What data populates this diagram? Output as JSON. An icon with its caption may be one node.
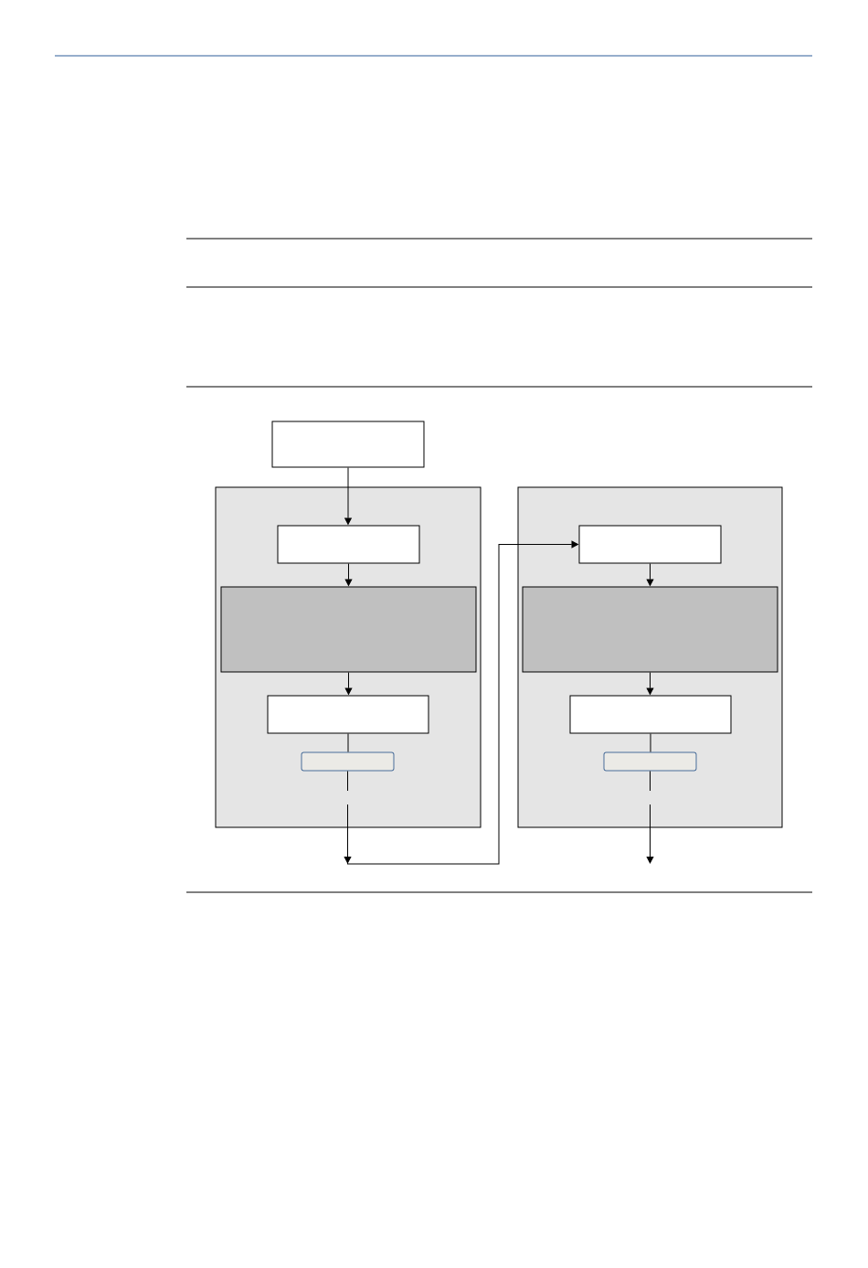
{
  "diagram": {
    "nodes": [
      {
        "text": [],
        "shape": "box"
      },
      {
        "text": [],
        "shape": "box"
      },
      {
        "text": [],
        "shape": "box",
        "in": 1
      },
      {
        "text": [],
        "shape": "box",
        "in": 1
      },
      {
        "text": [],
        "shape": "box",
        "in": 1
      },
      {
        "text": [],
        "shape": "button",
        "in": 1
      },
      {
        "text": [],
        "shape": "box"
      },
      {
        "text": [],
        "shape": "box",
        "in": 6
      },
      {
        "text": [],
        "shape": "box",
        "in": 6
      },
      {
        "text": [],
        "shape": "box",
        "in": 6
      },
      {
        "text": [],
        "shape": "button",
        "in": 6
      }
    ],
    "edges": [
      {
        "from": 0,
        "to": 2,
        "arrow": "to"
      },
      {
        "from": 2,
        "to": 3,
        "arrow": "to"
      },
      {
        "from": 3,
        "to": 4,
        "arrow": "to"
      },
      {
        "from": 4,
        "to": 5,
        "arrow": "none"
      },
      {
        "from": 5,
        "to": 7,
        "arrow": "to",
        "style": "dashed"
      },
      {
        "from": 7,
        "to": 8,
        "arrow": "to"
      },
      {
        "from": 8,
        "to": 9,
        "arrow": "to"
      },
      {
        "from": 9,
        "to": 10,
        "arrow": "none"
      },
      {
        "from": 10,
        "to": null,
        "arrow": "to",
        "style": "dashed"
      }
    ]
  }
}
